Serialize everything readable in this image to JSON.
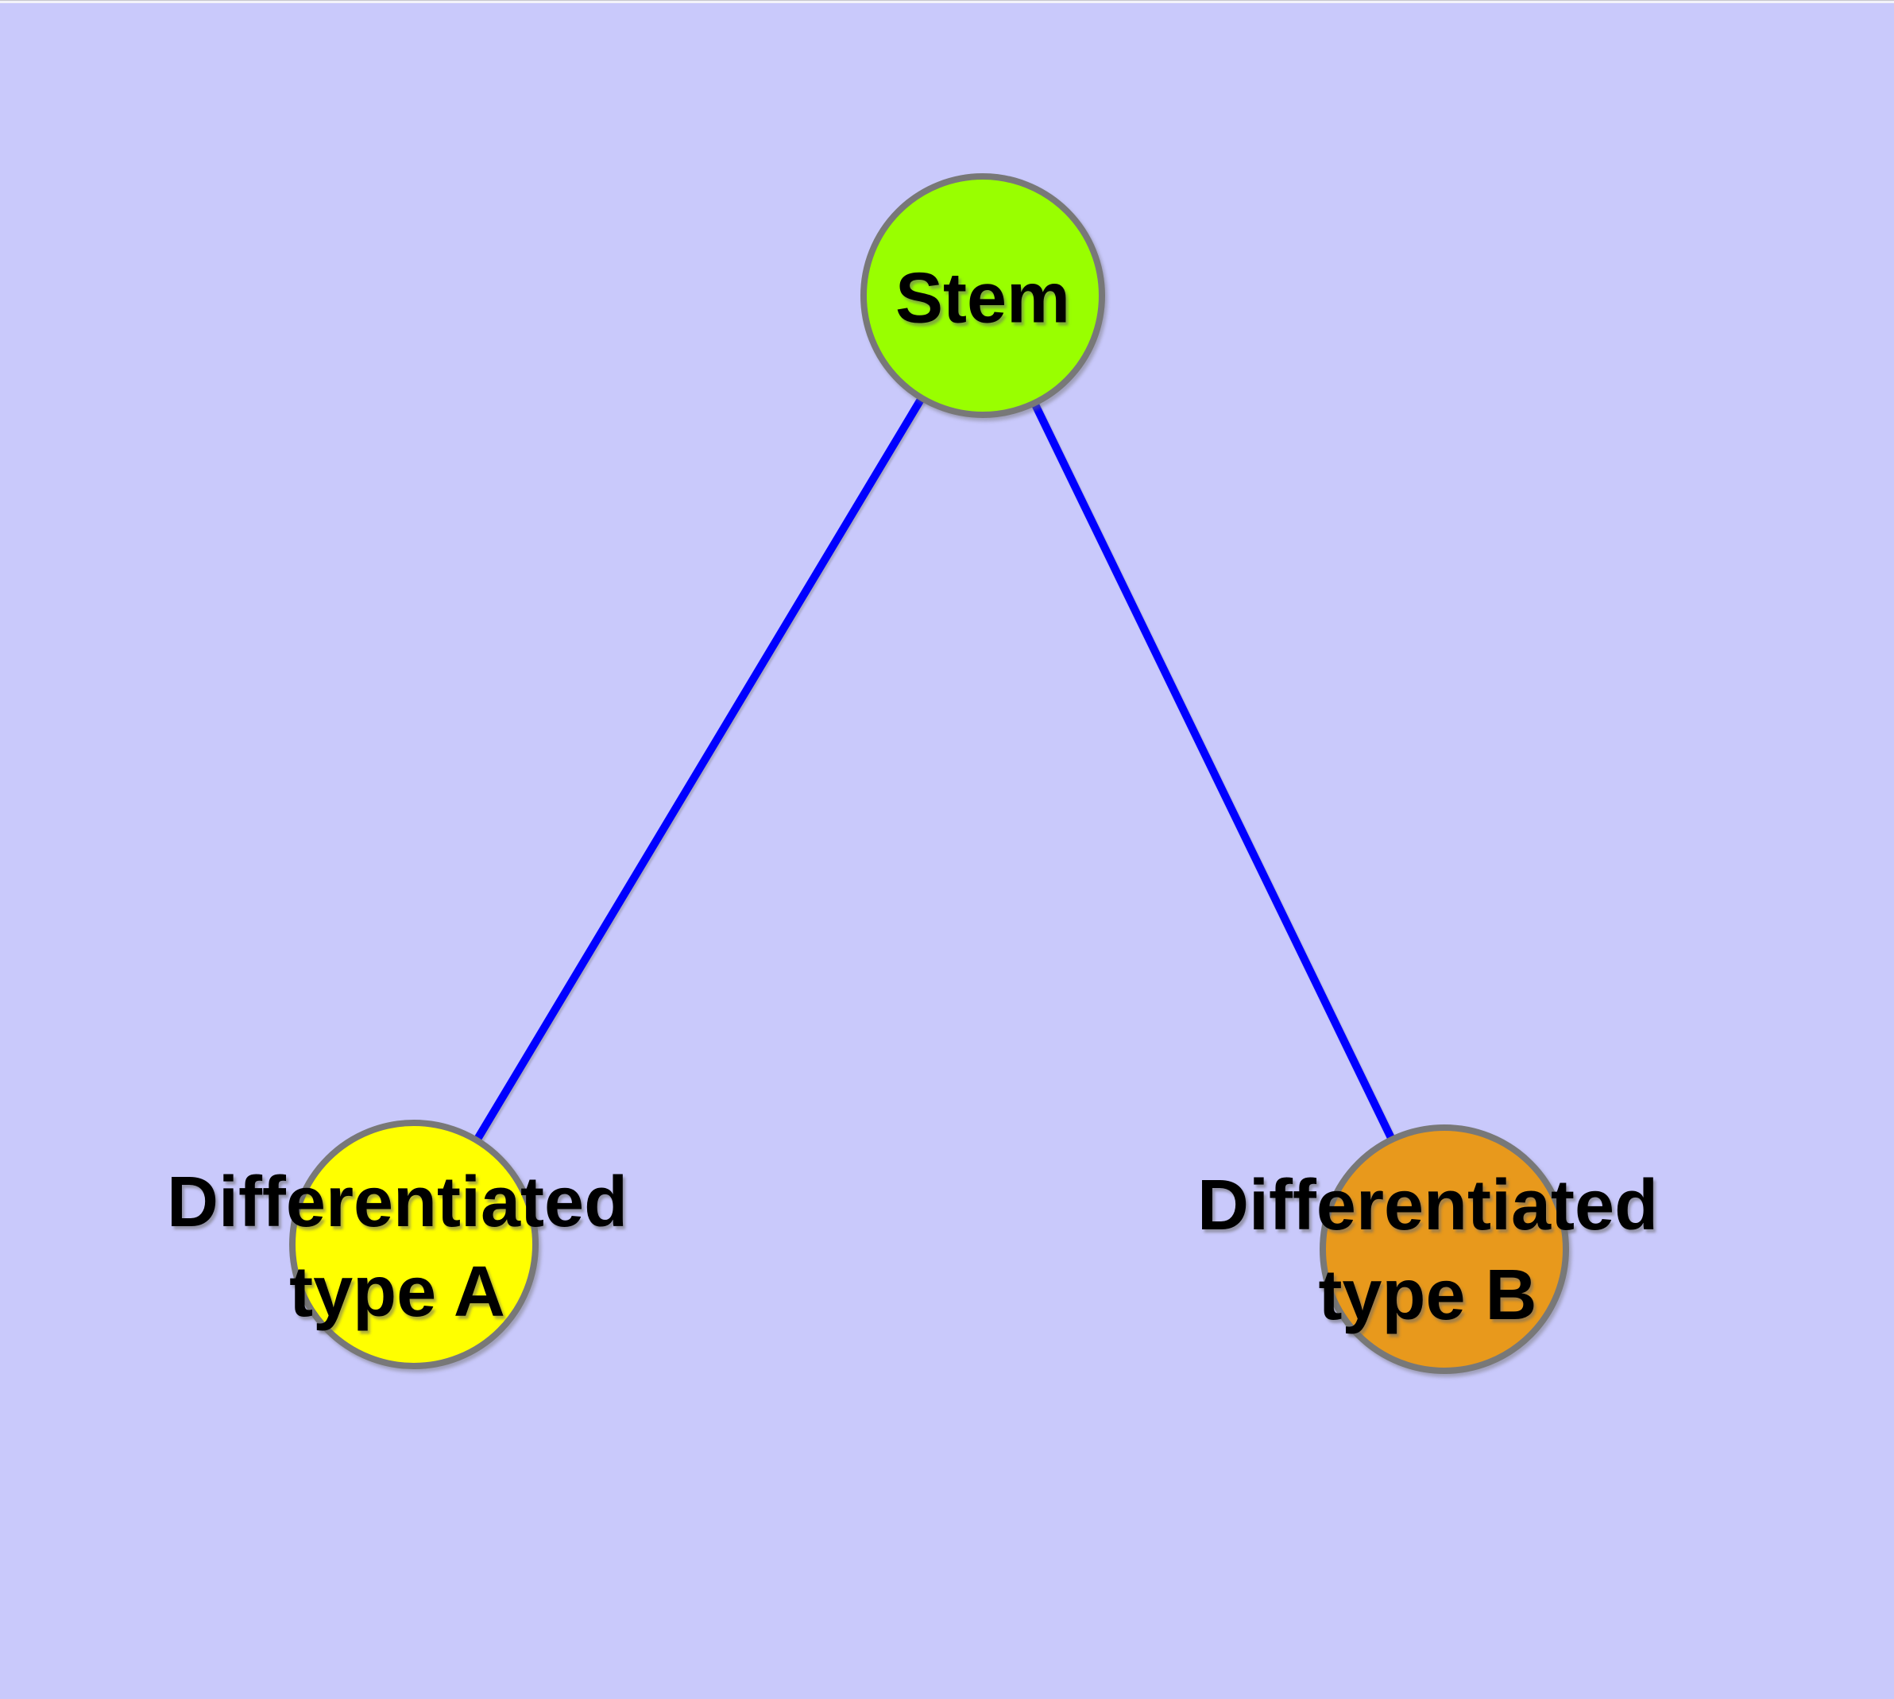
{
  "page": {
    "background": "#c9c9fb",
    "top_strip_fill": "#f3f3f9",
    "top_strip_edge": "#c6c6cc"
  },
  "diagram": {
    "type": "graph",
    "description": "Stem-cell differentiation graph with one root node connected to two differentiated nodes",
    "text_color": "#000000",
    "node_border_color": "#787878",
    "nodes": [
      {
        "id": "stem",
        "label": "Stem",
        "fill": "#99ff00",
        "border": "#787878"
      },
      {
        "id": "differentiated-type-a",
        "label": "Differentiated type A",
        "label_line1": "Differentiated",
        "label_line2": "type A",
        "fill": "#ffff00",
        "border": "#787878"
      },
      {
        "id": "differentiated-type-b",
        "label": "Differentiated type B",
        "label_line1": "Differentiated",
        "label_line2": "type B",
        "fill": "#e8991c",
        "border": "#787878"
      }
    ],
    "edges": [
      {
        "id": "stem-to-type-a",
        "from": "stem",
        "to": "differentiated-type-a",
        "color": "#0000ff"
      },
      {
        "id": "stem-to-type-b",
        "from": "stem",
        "to": "differentiated-type-b",
        "color": "#0000ff"
      }
    ]
  }
}
